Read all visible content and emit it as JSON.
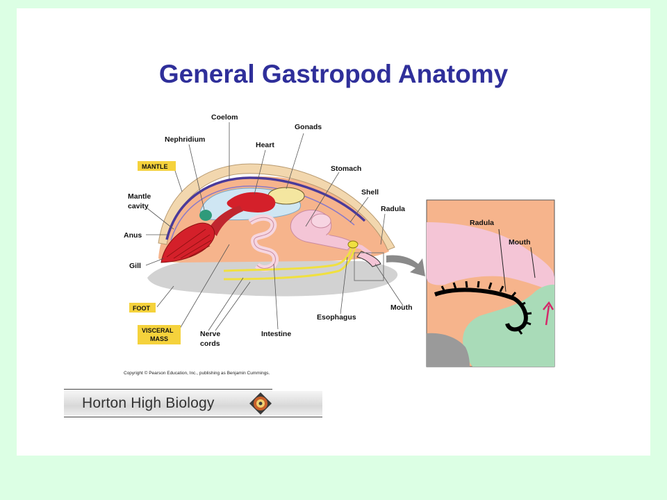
{
  "title": "General Gastropod Anatomy",
  "labels": {
    "coelom": "Coelom",
    "gonads": "Gonads",
    "nephridium": "Nephridium",
    "heart": "Heart",
    "mantle": "Mantle",
    "stomach": "Stomach",
    "mantle_cavity_1": "Mantle",
    "mantle_cavity_2": "cavity",
    "shell": "Shell",
    "radula": "Radula",
    "anus": "Anus",
    "gill": "Gill",
    "foot": "Foot",
    "visceral_1": "Visceral",
    "visceral_2": "mass",
    "nerve_1": "Nerve",
    "nerve_2": "cords",
    "intestine": "Intestine",
    "esophagus": "Esophagus",
    "mouth": "Mouth",
    "inset_radula": "Radula",
    "inset_mouth": "Mouth"
  },
  "copyright": "Copyright © Pearson Education, Inc., publishing as Benjamin Cummings.",
  "footer": {
    "name": "Horton High Biology"
  },
  "colors": {
    "background": "#dcffe4",
    "title": "#2f2f9a",
    "label_highlight": "#f5d23c",
    "visceral": "#f6b48c",
    "foot": "#d2d2d2",
    "shell": "#f2d7ae",
    "mantle_line": "#4a3a9a",
    "coelom": "#cfe6f3",
    "heart": "#d4202a",
    "stomach": "#f4c5d6",
    "intestine": "#f6d6e0",
    "nerve": "#f0e040",
    "inset_tissue": "#a9dbb8"
  }
}
